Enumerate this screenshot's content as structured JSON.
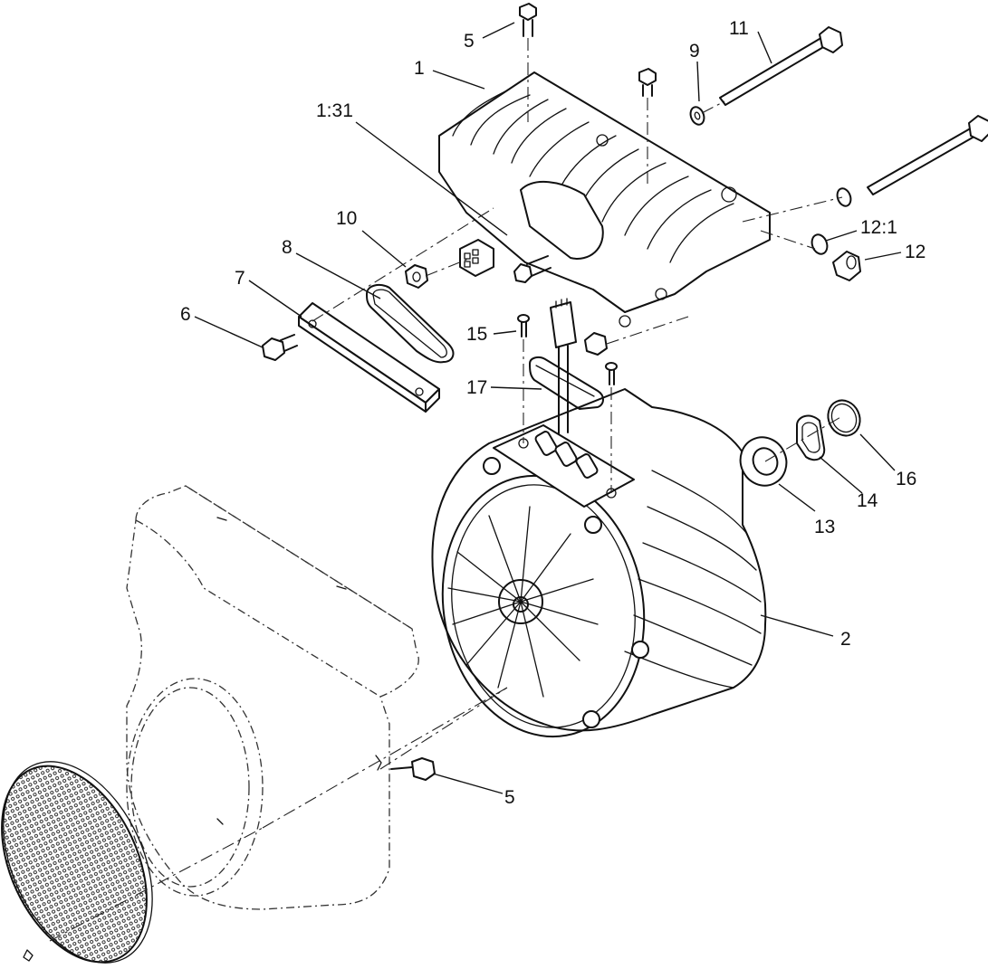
{
  "diagram": {
    "callouts": [
      {
        "id": "c-5-top",
        "label": "5"
      },
      {
        "id": "c-11",
        "label": "11"
      },
      {
        "id": "c-1",
        "label": "1"
      },
      {
        "id": "c-9",
        "label": "9"
      },
      {
        "id": "c-1-31",
        "label": "1:31"
      },
      {
        "id": "c-10",
        "label": "10"
      },
      {
        "id": "c-12-1",
        "label": "12:1"
      },
      {
        "id": "c-8",
        "label": "8"
      },
      {
        "id": "c-12",
        "label": "12"
      },
      {
        "id": "c-7",
        "label": "7"
      },
      {
        "id": "c-6",
        "label": "6"
      },
      {
        "id": "c-15",
        "label": "15"
      },
      {
        "id": "c-17",
        "label": "17"
      },
      {
        "id": "c-16",
        "label": "16"
      },
      {
        "id": "c-14",
        "label": "14"
      },
      {
        "id": "c-13",
        "label": "13"
      },
      {
        "id": "c-2",
        "label": "2"
      },
      {
        "id": "c-5-bottom",
        "label": "5"
      }
    ]
  }
}
